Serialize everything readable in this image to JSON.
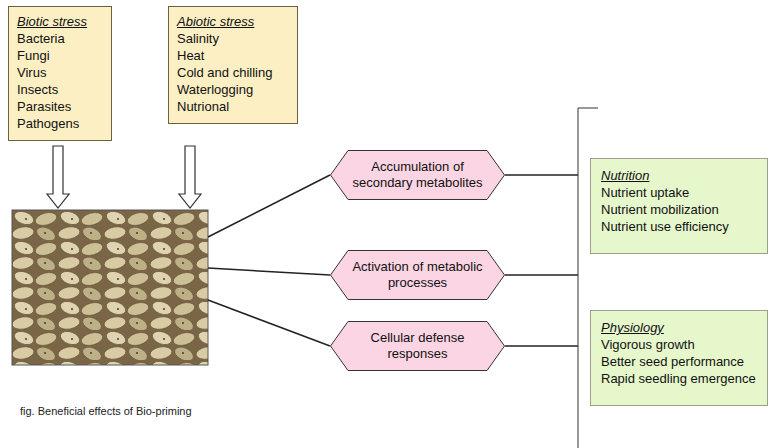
{
  "diagram": {
    "caption": "fig. Beneficial effects of Bio-priming",
    "nodes": [
      {
        "text": [
          "Biotic stress",
          "Bacteria",
          "Fungi",
          "Virus",
          "Insects",
          "Parasites",
          "Pathogens"
        ]
      },
      {
        "text": [
          "Abiotic stress",
          "Salinity",
          "Heat",
          "Cold and chilling",
          "Waterlogging",
          "Nutrional"
        ]
      },
      {
        "text": [
          "Accumulation of secondary metabolites"
        ]
      },
      {
        "text": [
          "Activation of metabolic processes"
        ]
      },
      {
        "text": [
          "Cellular defense responses"
        ]
      },
      {
        "text": [
          "Nutrition",
          "Nutrient uptake",
          "Nutrient mobilization",
          "Nutrient use efficiency"
        ]
      },
      {
        "text": [
          "Physiology",
          "Vigorous growth",
          "Better seed performance",
          "Rapid seedling emergence"
        ]
      }
    ]
  }
}
